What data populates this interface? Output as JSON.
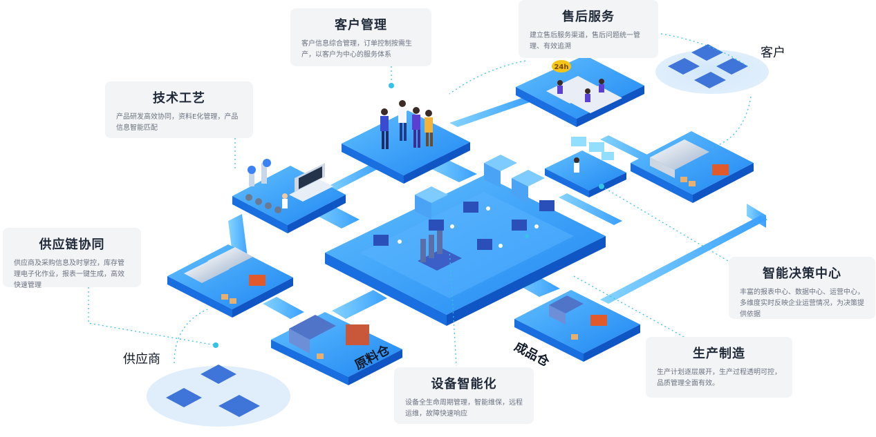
{
  "cards": {
    "customer_mgmt": {
      "title": "客户管理",
      "desc": "客户信息综合管理，订单控制按需生产，以客户为中心的服务体系"
    },
    "after_sales": {
      "title": "售后服务",
      "desc": "建立售后服务渠道，售后问题统一管理、有效追溯"
    },
    "tech_process": {
      "title": "技术工艺",
      "desc": "产品研发高效协同，资料E化管理，产品信息智能匹配"
    },
    "supply_chain": {
      "title": "供应链协同",
      "desc": "供应商及采购信息及时掌控，库存管理电子化作业，报表一键生成，高效快速管理"
    },
    "decision_center": {
      "title": "智能决策中心",
      "desc": "丰富的报表中心、数据中心、运营中心，多维度实时反映企业运营情况，为决策提供依据"
    },
    "production": {
      "title": "生产制造",
      "desc": "生产计划逐层展开，生产过程透明可控，品质管理全面有效。"
    },
    "equipment": {
      "title": "设备智能化",
      "desc": "设备全生命周期管理，智能维保，远程运维，故障快速响应"
    }
  },
  "labels": {
    "customer": "客户",
    "supplier": "供应商",
    "raw_warehouse": "原料仓",
    "finished_warehouse": "成品仓",
    "service_24h": "24h"
  },
  "colors": {
    "platform_top": "#3aa0ff",
    "platform_side": "#1560d8",
    "platform_dark": "#0d47b8",
    "road": "#4fb6ff",
    "connector": "#35c3e6",
    "card_bg": "#f3f4f6"
  }
}
